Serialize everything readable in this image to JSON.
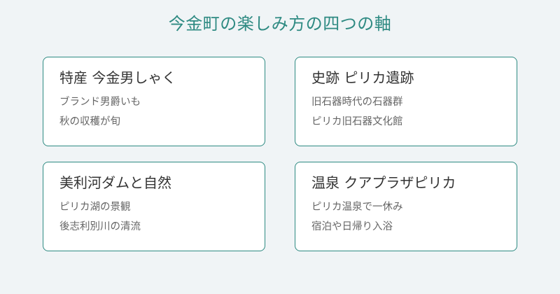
{
  "title": "今金町の楽しみ方の四つの軸",
  "cards": [
    {
      "heading": "特産 今金男しゃく",
      "lines": [
        "ブランド男爵いも",
        "秋の収穫が旬"
      ]
    },
    {
      "heading": "史跡 ピリカ遺跡",
      "lines": [
        "旧石器時代の石器群",
        "ピリカ旧石器文化館"
      ]
    },
    {
      "heading": "美利河ダムと自然",
      "lines": [
        "ピリカ湖の景観",
        "後志利別川の清流"
      ]
    },
    {
      "heading": "温泉 クアプラザピリカ",
      "lines": [
        "ピリカ温泉で一休み",
        "宿泊や日帰り入浴"
      ]
    }
  ],
  "colors": {
    "background": "#f0f4f6",
    "accent": "#2e8a82",
    "card_background": "#ffffff",
    "heading_text": "#333333",
    "body_text": "#666666"
  }
}
